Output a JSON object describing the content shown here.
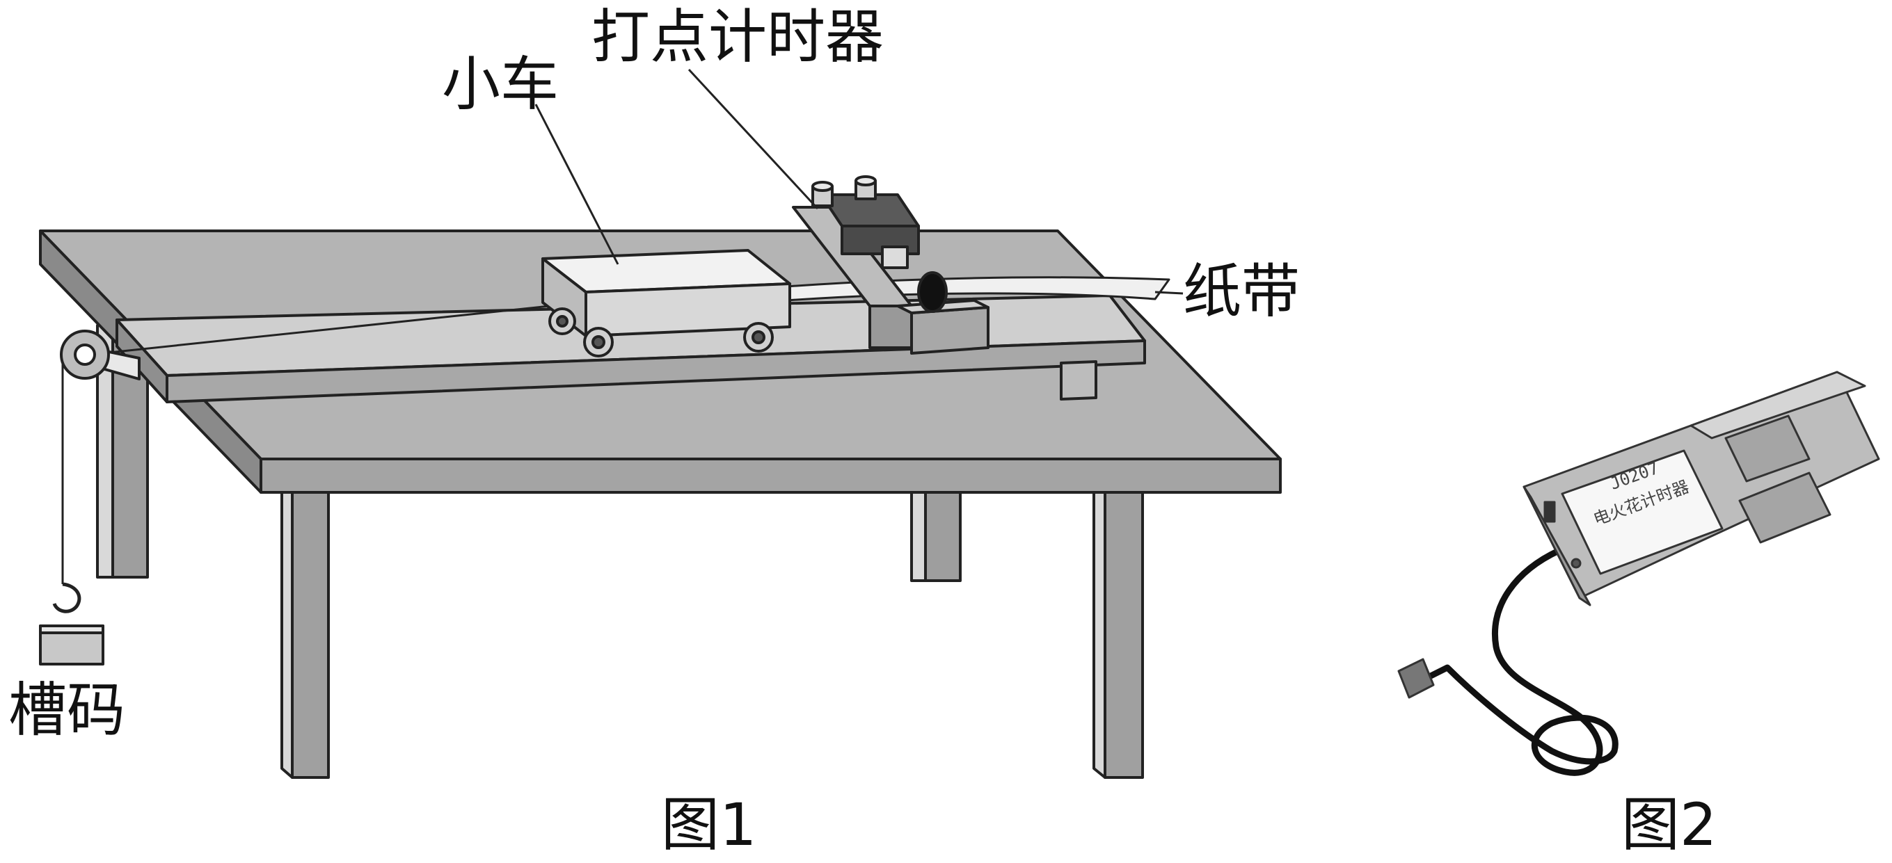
{
  "labels": {
    "cart": "小车",
    "timer": "打点计时器",
    "tape": "纸带",
    "weights": "槽码"
  },
  "captions": {
    "fig1": "图1",
    "fig2": "图2"
  },
  "device_text": {
    "line1": "J0207",
    "line2": "电火花计时器"
  }
}
